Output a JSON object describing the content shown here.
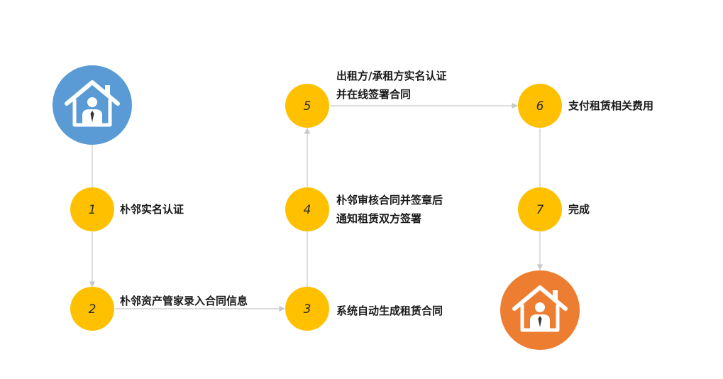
{
  "colors": {
    "start_circle": "#5b9bd5",
    "end_circle": "#ed7d31",
    "step_circle": "#ffc000",
    "connector": "#c8c8c8",
    "text": "#1a1a1a"
  },
  "icons": {
    "start": "house-person-icon",
    "end": "house-person-icon"
  },
  "steps": [
    {
      "num": "1",
      "lines": [
        "朴邻实名认证"
      ]
    },
    {
      "num": "2",
      "lines": [
        "朴邻资产管家录入合同信息"
      ]
    },
    {
      "num": "3",
      "lines": [
        "系统自动生成租赁合同"
      ]
    },
    {
      "num": "4",
      "lines": [
        "朴邻审核合同并签章后",
        "通知租赁双方签署"
      ]
    },
    {
      "num": "5",
      "lines": [
        "出租方/承租方实名认证",
        "并在线签署合同"
      ]
    },
    {
      "num": "6",
      "lines": [
        "支付租赁相关费用"
      ]
    },
    {
      "num": "7",
      "lines": [
        "完成"
      ]
    }
  ]
}
